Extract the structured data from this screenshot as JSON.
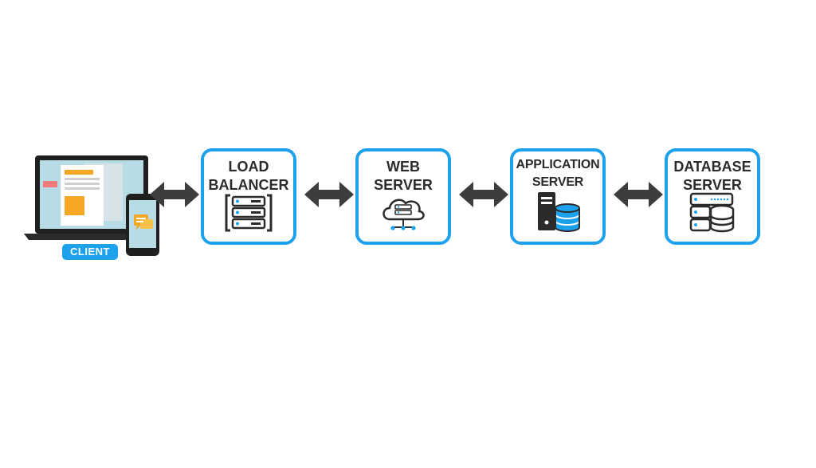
{
  "client": {
    "label": "CLIENT",
    "icon": "laptop-and-phone-icon"
  },
  "nodes": [
    {
      "line1": "LOAD",
      "line2": "BALANCER",
      "icon": "server-rack-icon"
    },
    {
      "line1": "WEB",
      "line2": "SERVER",
      "icon": "cloud-server-icon"
    },
    {
      "line1": "APPLICATION",
      "line2": "SERVER",
      "icon": "server-database-icon"
    },
    {
      "line1": "DATABASE",
      "line2": "SERVER",
      "icon": "database-rack-icon"
    }
  ],
  "colors": {
    "accent": "#1ea1ec",
    "text": "#2b2b2b",
    "arrow": "#3d3d3d",
    "highlight": "#f5a623"
  }
}
